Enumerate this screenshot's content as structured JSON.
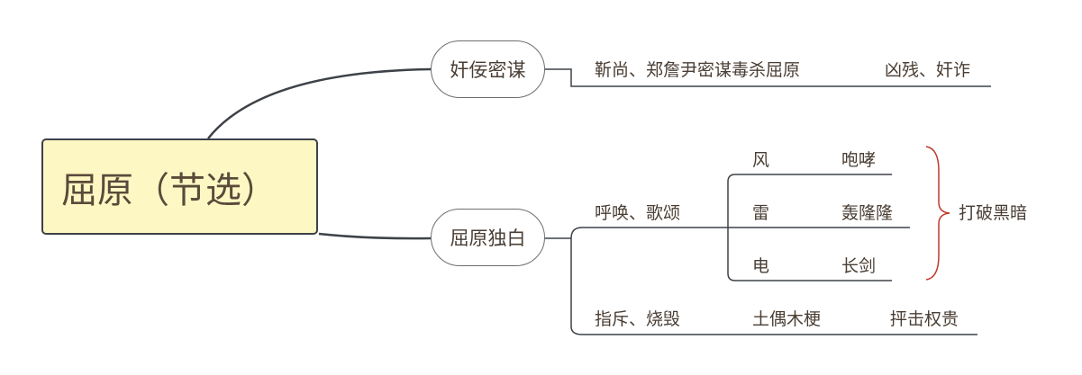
{
  "root": {
    "label": "屈原（节选）"
  },
  "topics": [
    {
      "label": "奸佞密谋",
      "children": [
        {
          "label": "靳尚、郑詹尹密谋毒杀屈原",
          "children": [
            {
              "label": "凶残、奸诈"
            }
          ]
        }
      ]
    },
    {
      "label": "屈原独白",
      "children": [
        {
          "label": "呼唤、歌颂",
          "children": [
            {
              "label": "风",
              "children": [
                {
                  "label": "咆哮"
                }
              ]
            },
            {
              "label": "雷",
              "children": [
                {
                  "label": "轰隆隆"
                }
              ]
            },
            {
              "label": "电",
              "children": [
                {
                  "label": "长剑"
                }
              ]
            }
          ],
          "summary": {
            "label": "打破黑暗"
          }
        },
        {
          "label": "指斥、烧毁",
          "children": [
            {
              "label": "土偶木梗",
              "children": [
                {
                  "label": "抨击权贵"
                }
              ]
            }
          ]
        }
      ]
    }
  ],
  "colors": {
    "root_fill": "#fdf8c3",
    "root_border": "#3d4248",
    "line": "#3d4248",
    "summary_brace": "#c0392b",
    "text": "#4a3e34"
  }
}
